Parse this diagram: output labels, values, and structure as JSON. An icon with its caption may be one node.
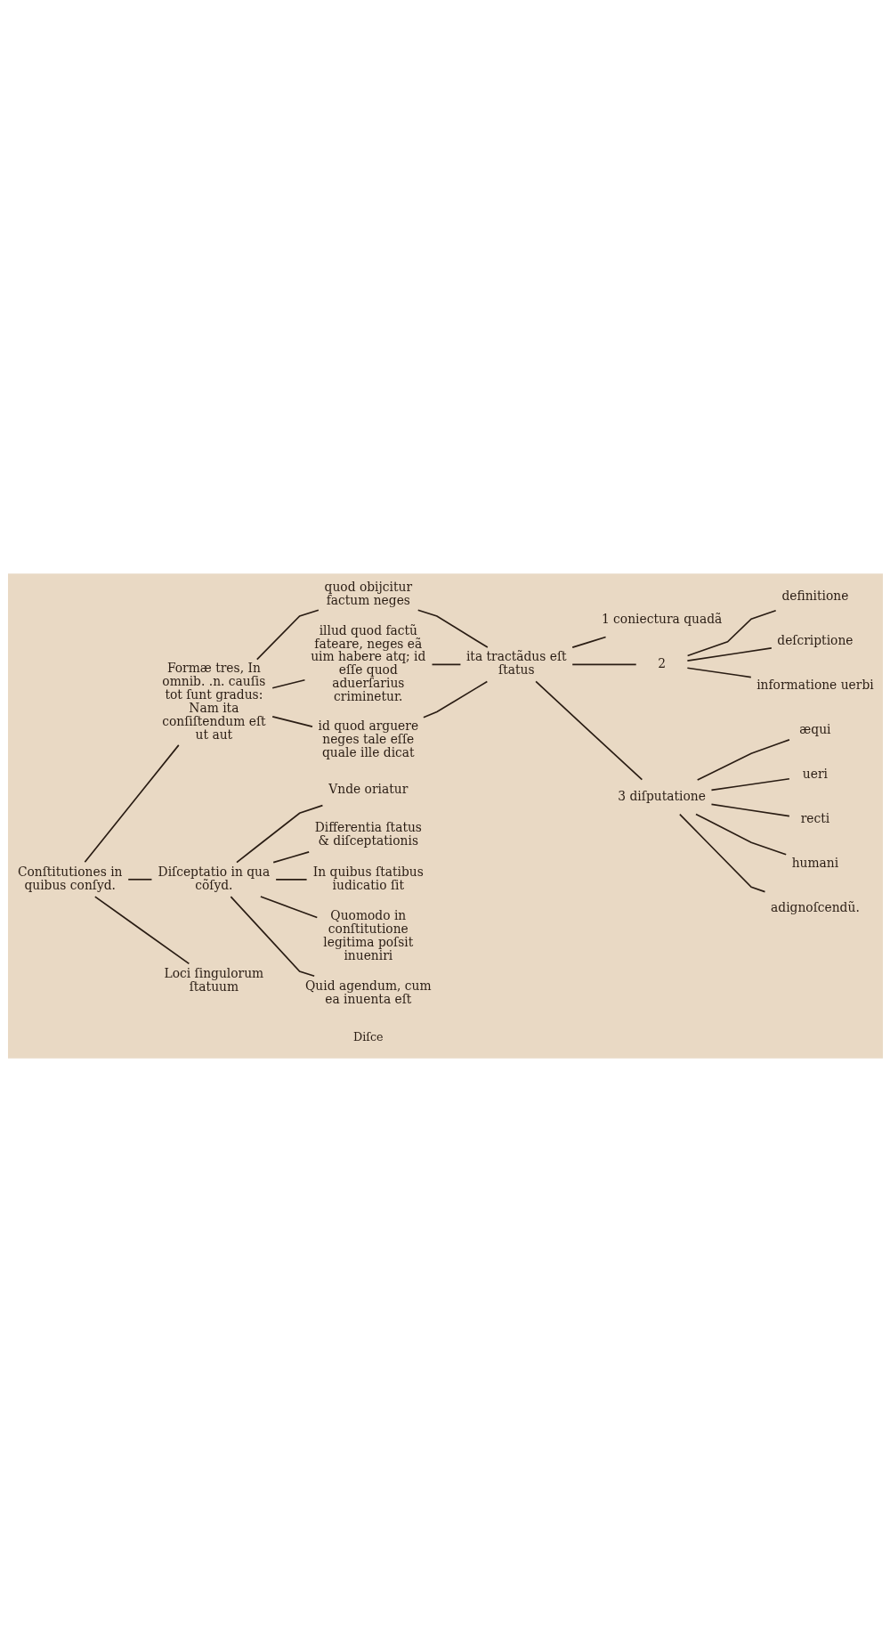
{
  "diagram": {
    "nodes": [
      {
        "text": [
          "Conſtitutiones in quibus conſyd."
        ]
      },
      {
        "text": [
          "Formæ tres, In omnib. .n. cauſis tot ſunt gradus: Nam ita conſiſtendum eſt ut aut"
        ]
      },
      {
        "text": [
          "quod obijcitur factum neges"
        ]
      },
      {
        "text": [
          "illud quod factũ fateare, neges eã uim habere atq; id eſſe quod aduerſarius criminetur."
        ]
      },
      {
        "text": [
          "id quod arguere neges tale eſſe quale ille dicat"
        ]
      },
      {
        "text": [
          "ita tractãdus eſt ſtatus"
        ]
      },
      {
        "text": [
          "1 coniectura quadã"
        ]
      },
      {
        "text": [
          "2"
        ]
      },
      {
        "text": [
          "definitione"
        ]
      },
      {
        "text": [
          "deſcriptione"
        ]
      },
      {
        "text": [
          "informatione uerbi"
        ]
      },
      {
        "text": [
          "3 diſputatione"
        ]
      },
      {
        "text": [
          "æqui"
        ]
      },
      {
        "text": [
          "ueri"
        ]
      },
      {
        "text": [
          "recti"
        ]
      },
      {
        "text": [
          "humani"
        ]
      },
      {
        "text": [
          "adignoſcendũ."
        ]
      },
      {
        "text": [
          "Diſceptatio in qua cõſyd."
        ]
      },
      {
        "text": [
          "Vnde oriatur"
        ]
      },
      {
        "text": [
          "Differentia ſtatus & diſceptationis"
        ]
      },
      {
        "text": [
          "In quibus ſtatibus iudicatio ſit"
        ]
      },
      {
        "text": [
          "Quomodo in conſtitutione legitima poſsit inueniri"
        ]
      },
      {
        "text": [
          "Quid agendum, cum ea inuenta eſt"
        ]
      },
      {
        "text": [
          "Loci ſingulorum ſtatuum"
        ]
      }
    ],
    "edges": [
      {
        "from": 0,
        "to": 1,
        "arrow": "none"
      },
      {
        "from": 0,
        "to": 17,
        "arrow": "none"
      },
      {
        "from": 0,
        "to": 23,
        "arrow": "none"
      },
      {
        "from": 1,
        "to": 2,
        "arrow": "none"
      },
      {
        "from": 1,
        "to": 3,
        "arrow": "none"
      },
      {
        "from": 1,
        "to": 4,
        "arrow": "none"
      },
      {
        "from": 2,
        "to": 5,
        "arrow": "none"
      },
      {
        "from": 3,
        "to": 5,
        "arrow": "none"
      },
      {
        "from": 4,
        "to": 5,
        "arrow": "none"
      },
      {
        "from": 5,
        "to": 6,
        "arrow": "none"
      },
      {
        "from": 5,
        "to": 7,
        "arrow": "none"
      },
      {
        "from": 5,
        "to": 11,
        "arrow": "none"
      },
      {
        "from": 7,
        "to": 8,
        "arrow": "none"
      },
      {
        "from": 7,
        "to": 9,
        "arrow": "none"
      },
      {
        "from": 7,
        "to": 10,
        "arrow": "none"
      },
      {
        "from": 11,
        "to": 12,
        "arrow": "none"
      },
      {
        "from": 11,
        "to": 13,
        "arrow": "none"
      },
      {
        "from": 11,
        "to": 14,
        "arrow": "none"
      },
      {
        "from": 11,
        "to": 15,
        "arrow": "none"
      },
      {
        "from": 11,
        "to": 16,
        "arrow": "none"
      },
      {
        "from": 17,
        "to": 18,
        "arrow": "none"
      },
      {
        "from": 17,
        "to": 19,
        "arrow": "none"
      },
      {
        "from": 17,
        "to": 20,
        "arrow": "none"
      },
      {
        "from": 17,
        "to": 21,
        "arrow": "none"
      },
      {
        "from": 17,
        "to": 22,
        "arrow": "none"
      }
    ],
    "labels": [
      "Diſce"
    ]
  }
}
